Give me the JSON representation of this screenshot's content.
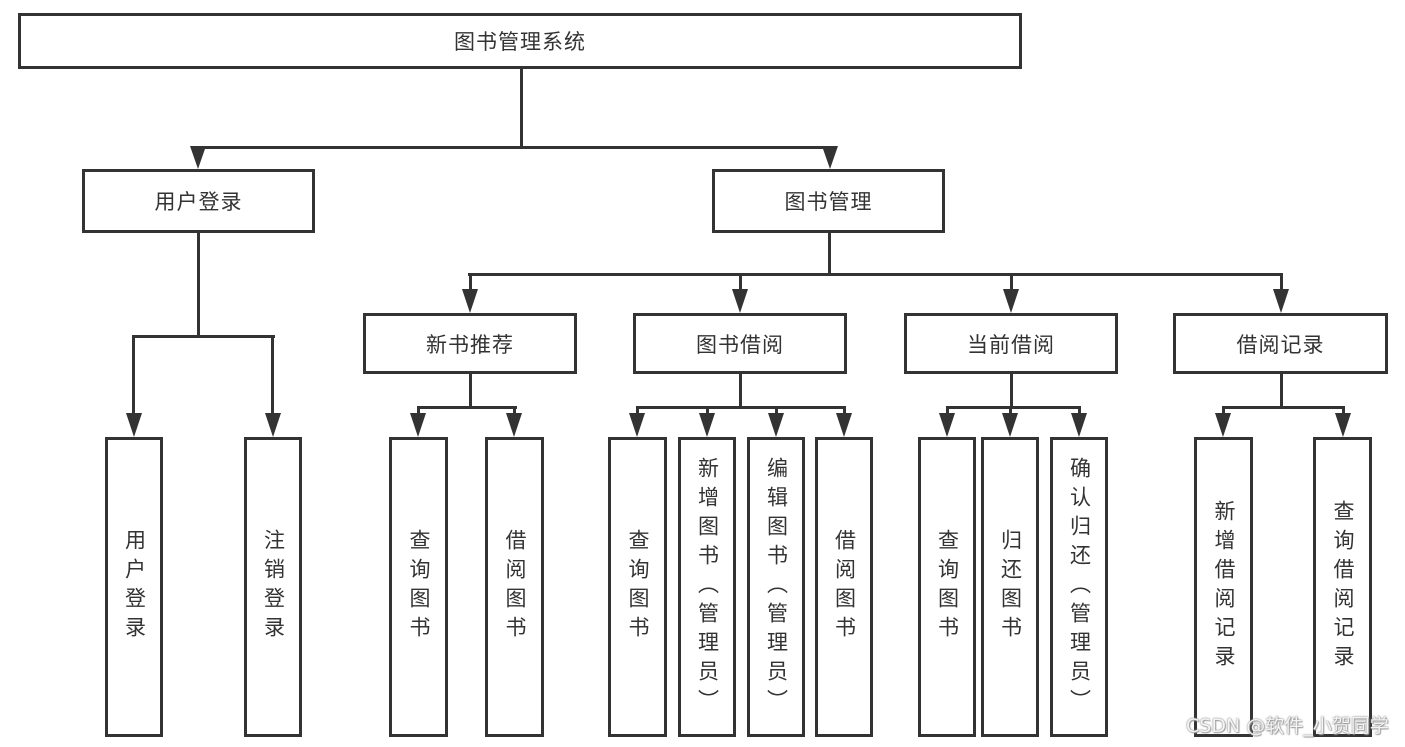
{
  "diagram": {
    "root": {
      "label": "图书管理系统"
    },
    "level1": [
      {
        "label": "用户登录"
      },
      {
        "label": "图书管理"
      }
    ],
    "level2": [
      {
        "label": "新书推荐"
      },
      {
        "label": "图书借阅"
      },
      {
        "label": "当前借阅"
      },
      {
        "label": "借阅记录"
      }
    ],
    "leaves": {
      "user_login": [
        "用户登录",
        "注销登录"
      ],
      "new_books": [
        "查询图书",
        "借阅图书"
      ],
      "book_borrow": [
        "查询图书",
        "新增图书（管理员）",
        "编辑图书（管理员）",
        "借阅图书"
      ],
      "current_borrow": [
        "查询图书",
        "归还图书",
        "确认归还（管理员）"
      ],
      "borrow_records": [
        "新增借阅记录",
        "查询借阅记录"
      ]
    }
  },
  "watermark": "CSDN @软件_小贺同学",
  "colors": {
    "line": "#333333",
    "text": "#333333",
    "background": "#ffffff"
  }
}
